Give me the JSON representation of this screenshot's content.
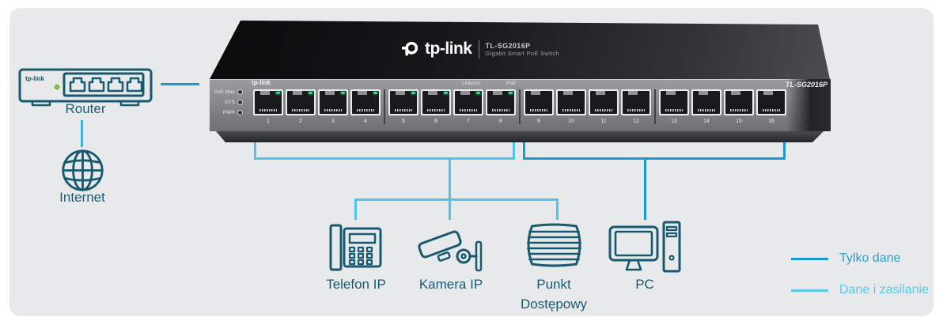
{
  "router": {
    "brand": "tp-link",
    "label": "Router"
  },
  "internet": {
    "label": "Internet"
  },
  "switch": {
    "top": {
      "brand": "tp-link",
      "model": "TL-SG2016P",
      "subtitle": "Gigabit Smart PoE Switch"
    },
    "front": {
      "brand": "tp-link",
      "model": "TL-SG2016P",
      "leds": [
        "PoE Max",
        "SYS",
        "PWR"
      ],
      "headers": {
        "link": "Link/Act",
        "poe": "PoE"
      },
      "ports": [
        "1",
        "2",
        "3",
        "4",
        "5",
        "6",
        "7",
        "8",
        "9",
        "10",
        "11",
        "12",
        "13",
        "14",
        "15",
        "16"
      ],
      "poe_active_count": 8
    }
  },
  "devices": [
    {
      "id": "telefon-ip",
      "label": "Telefon IP"
    },
    {
      "id": "kamera-ip",
      "label": "Kamera IP"
    },
    {
      "id": "punkt-dostepowy",
      "label": "Punkt",
      "label_line2": "Dostępowy"
    },
    {
      "id": "pc",
      "label": "PC"
    }
  ],
  "legend": [
    {
      "label": "Tylko dane",
      "color": "#1e97d5",
      "text_color": "#2e9ed8"
    },
    {
      "label": "Dane i zasilanie",
      "color": "#58c7ea",
      "text_color": "#58c7ea"
    }
  ],
  "colors": {
    "panel_bg": "#e8e9eb",
    "device_stroke": "#175a70",
    "label_text": "#1b5a74",
    "data_only_line": "#1e97d5",
    "data_power_line": "#4fc3e8",
    "port_led_green": "#3fd483",
    "router_led_green": "#7ac142"
  }
}
